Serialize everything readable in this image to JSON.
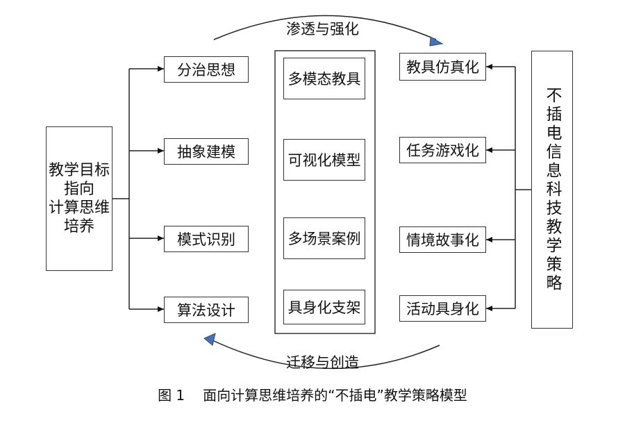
{
  "goal": {
    "lines": [
      "教学目标",
      "指向",
      "计算思维",
      "培养"
    ]
  },
  "thinking_items": [
    "分治思想",
    "抽象建模",
    "模式识别",
    "算法设计"
  ],
  "center_items": [
    "多模态教具",
    "可视化模型",
    "多场景案例",
    "具身化支架"
  ],
  "strategy_items": [
    "教具仿真化",
    "任务游戏化",
    "情境故事化",
    "活动具身化"
  ],
  "strategy_title": "不插电信息科技教学策略",
  "arcs": {
    "top_label": "渗透与强化",
    "bottom_label": "迁移与创造"
  },
  "caption": {
    "figure_number": "图 1",
    "text": "面向计算思维培养的“不插电”教学策略模型"
  },
  "colors": {
    "arrowhead_accent": "#4a72b0",
    "line": "#222222",
    "border": "#333333"
  }
}
